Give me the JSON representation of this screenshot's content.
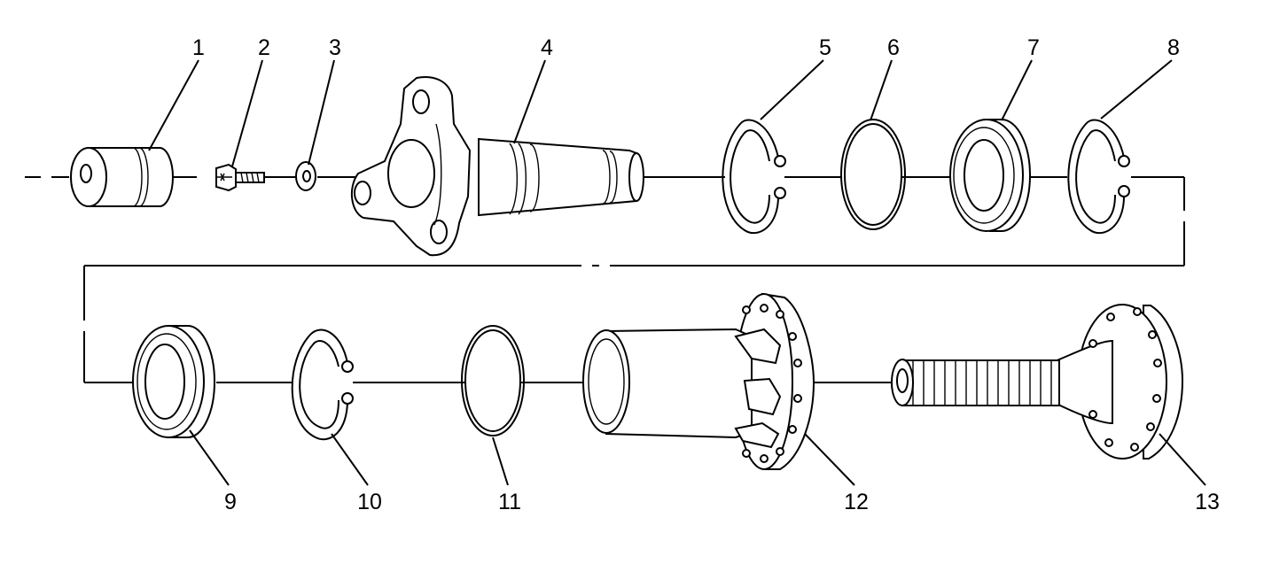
{
  "callouts": [
    {
      "number": "1"
    },
    {
      "number": "2"
    },
    {
      "number": "3"
    },
    {
      "number": "4"
    },
    {
      "number": "5"
    },
    {
      "number": "6"
    },
    {
      "number": "7"
    },
    {
      "number": "8"
    },
    {
      "number": "9"
    },
    {
      "number": "10"
    },
    {
      "number": "11"
    },
    {
      "number": "12"
    },
    {
      "number": "13"
    }
  ]
}
